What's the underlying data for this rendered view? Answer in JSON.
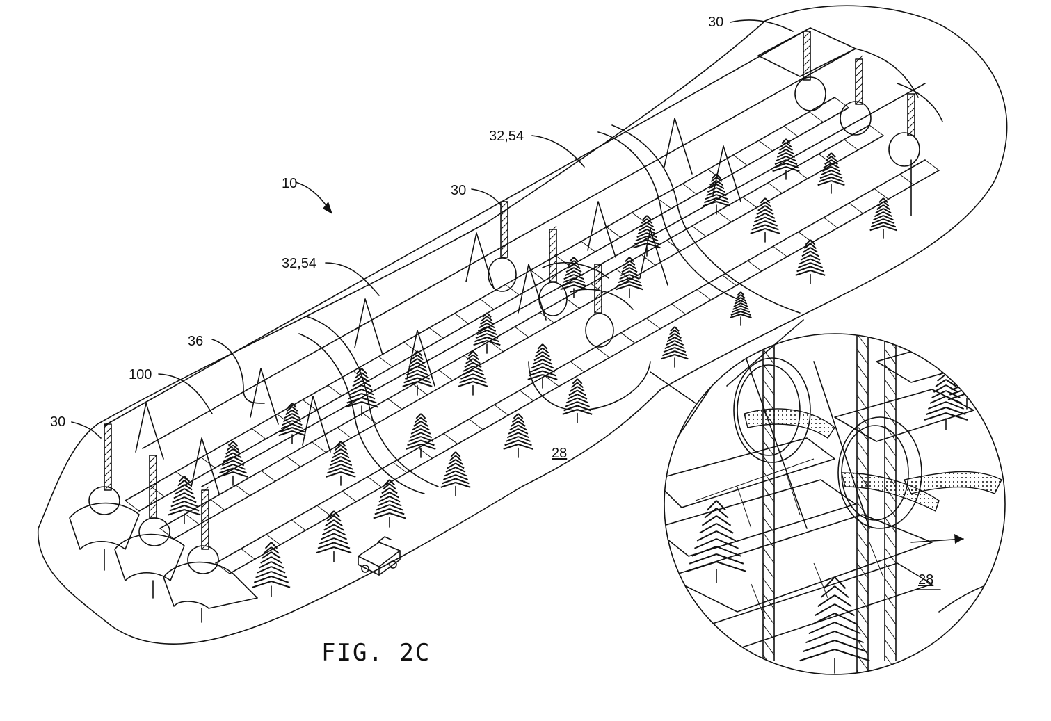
{
  "figure": {
    "caption": "FIG. 2C",
    "labels": {
      "system": "10",
      "pylon_top_right": "30",
      "pylon_mid": "30",
      "pylon_left": "30",
      "cable_upper": "32,54",
      "cable_lower": "32,54",
      "cable_36": "36",
      "track_100": "100",
      "ground_main": "28",
      "ground_detail": "28"
    }
  }
}
